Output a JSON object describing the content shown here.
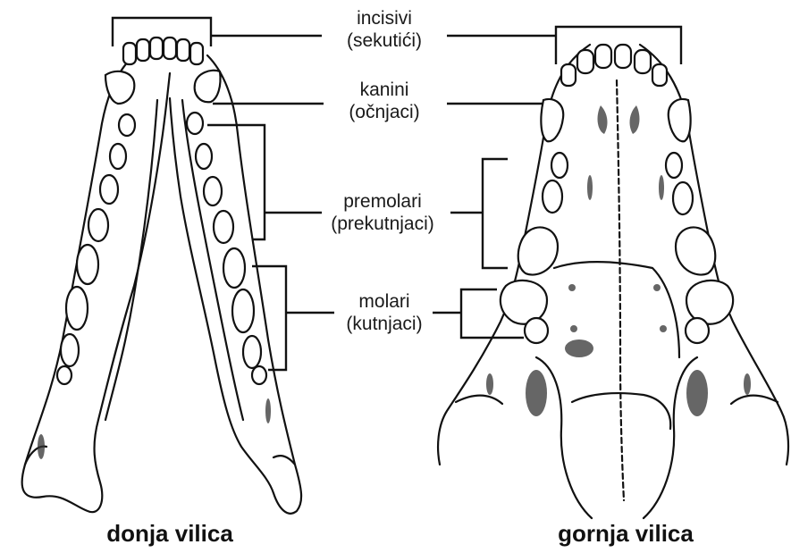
{
  "labels": {
    "incisivi": {
      "line1": "incisivi",
      "line2": "(sekutići)"
    },
    "kanini": {
      "line1": "kanini",
      "line2": "(očnjaci)"
    },
    "premolari": {
      "line1": "premolari",
      "line2": "(prekutnjaci)"
    },
    "molari": {
      "line1": "molari",
      "line2": "(kutnjaci)"
    }
  },
  "captions": {
    "lower": "donja vilica",
    "upper": "gornja vilica"
  }
}
